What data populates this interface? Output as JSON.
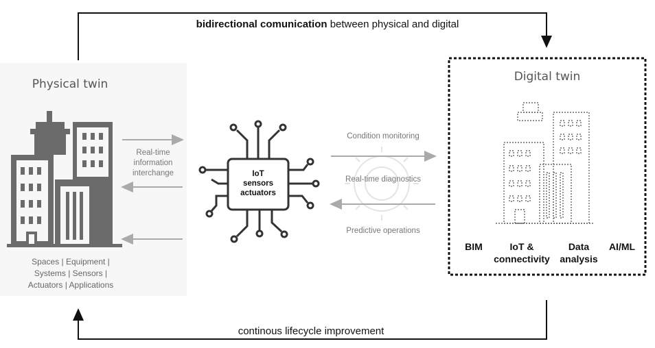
{
  "top_flow": {
    "bold_text": "bidirectional comunication",
    "text": " between physical and digital"
  },
  "bottom_flow": {
    "text": "continous lifecycle improvement"
  },
  "physical_twin": {
    "title": "Physical twin",
    "components": [
      "Spaces | Equipment |",
      "Systems | Sensors |",
      "Actuators | Applications"
    ],
    "link_label": [
      "Real-time",
      "information",
      "interchange"
    ]
  },
  "iot_chip": {
    "lines": [
      "IoT",
      "sensors",
      "actuators"
    ]
  },
  "digital_flows": {
    "condition_monitoring": "Condition monitoring",
    "realtime_diagnostics": "Real-time diagnostics",
    "predictive_operations": "Predictive operations"
  },
  "digital_twin": {
    "title": "Digital twin",
    "capabilities": [
      {
        "lines": [
          "BIM"
        ]
      },
      {
        "lines": [
          "IoT &",
          "connectivity"
        ]
      },
      {
        "lines": [
          "Data",
          "analysis"
        ]
      },
      {
        "lines": [
          "AI/ML"
        ]
      }
    ]
  }
}
